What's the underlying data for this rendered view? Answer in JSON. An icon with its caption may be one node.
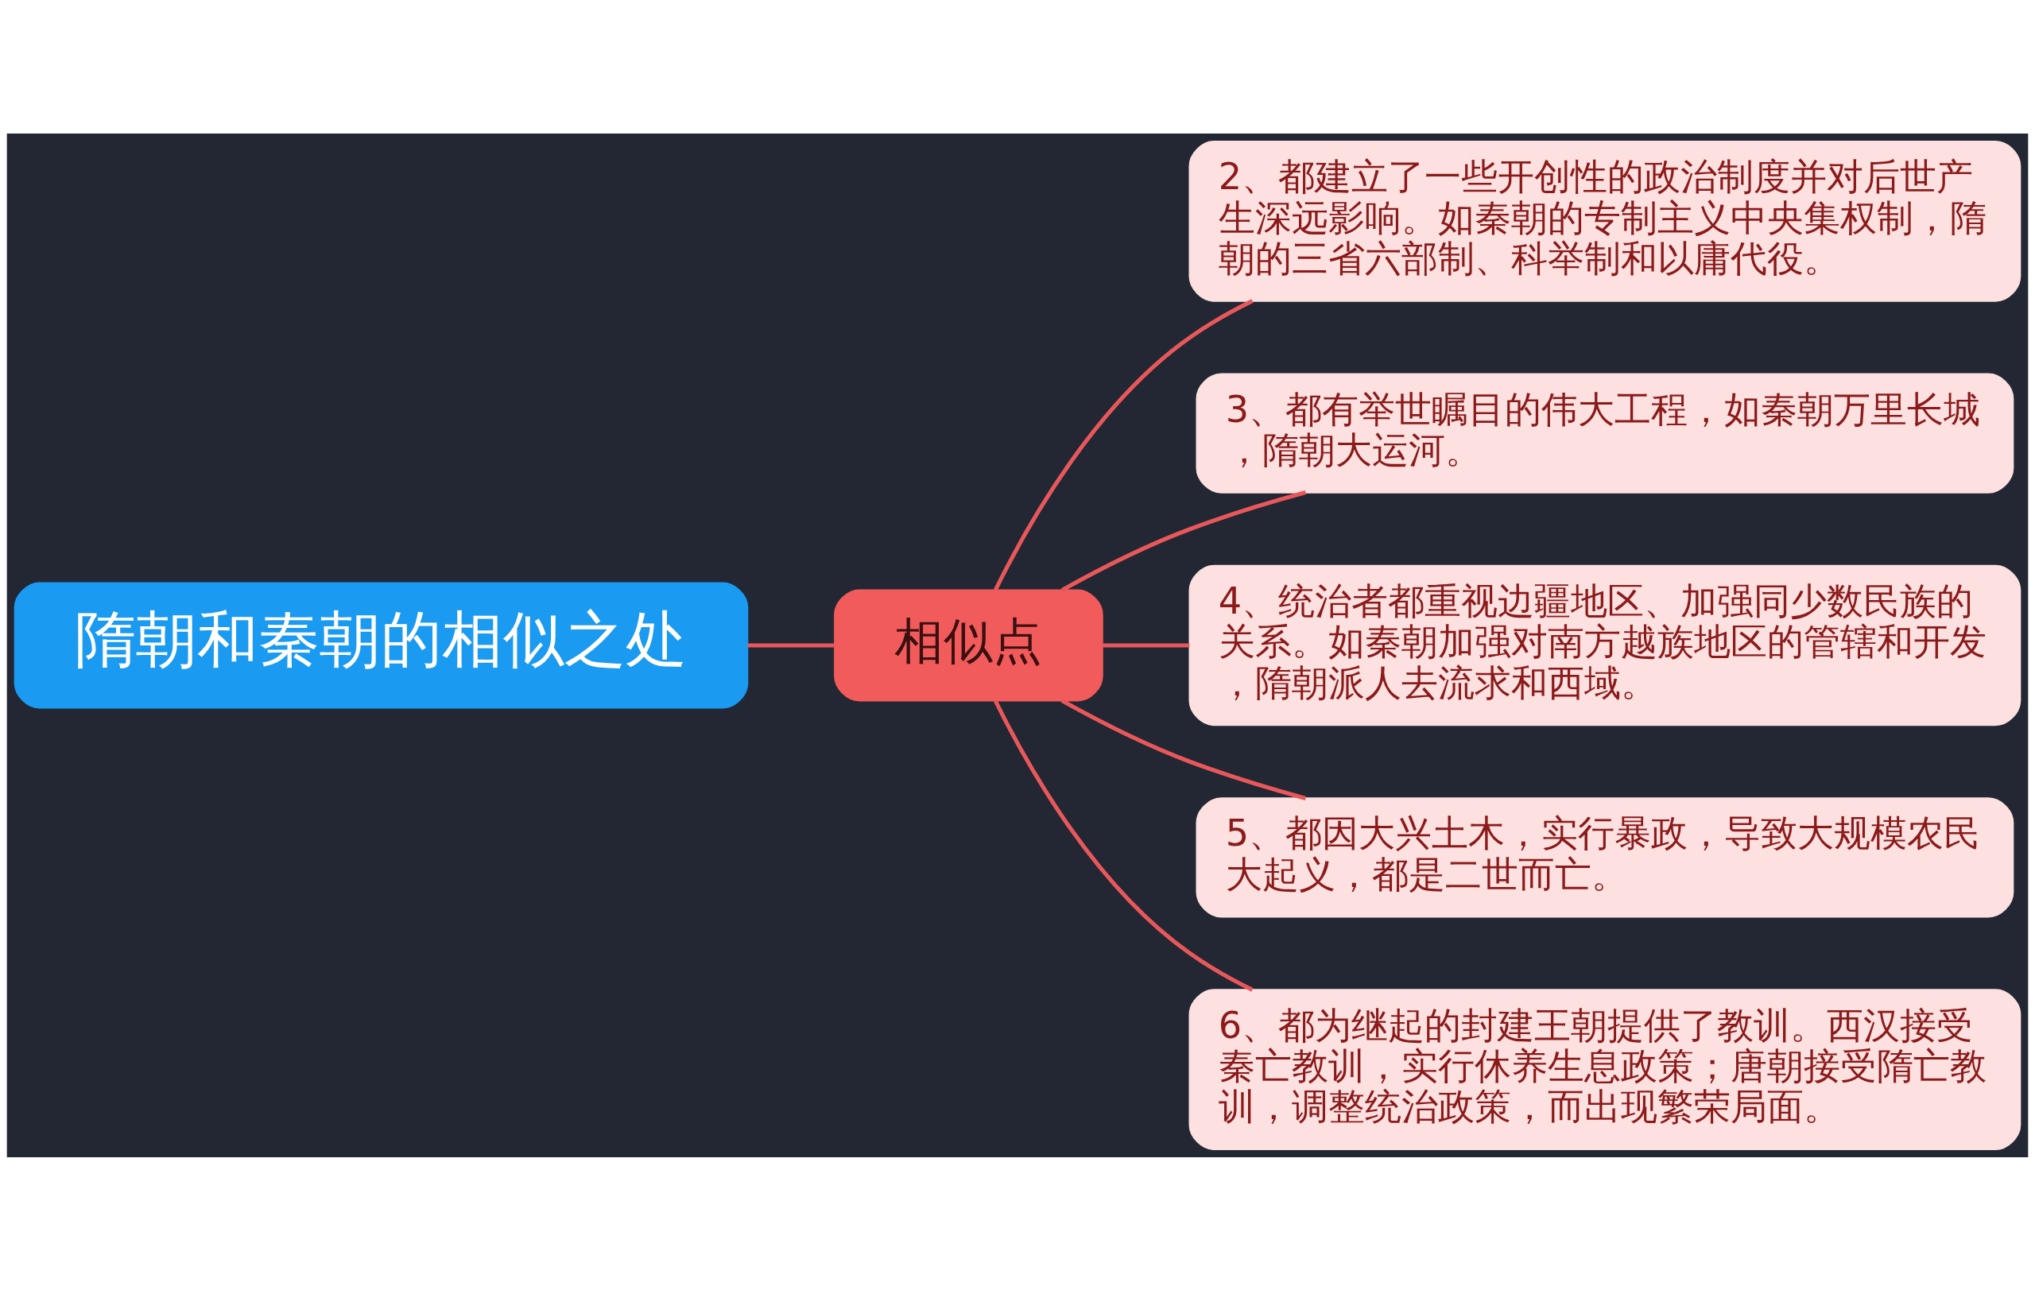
{
  "diagram": {
    "nodes": [
      {
        "text": [
          "隋朝和秦朝的相似之处"
        ]
      },
      {
        "text": [
          "相似点"
        ]
      },
      {
        "text": [
          "2、都建立了一些开创性的政治制度并对后世产生深远影响。如秦朝的专制主义中央集权制，隋朝的三省六部制、科举制和以庸代役。"
        ]
      },
      {
        "text": [
          "3、都有举世瞩目的伟大工程，如秦朝万里长城，隋朝大运河。"
        ]
      },
      {
        "text": [
          "4、统治者都重视边疆地区、加强同少数民族的关系。如秦朝加强对南方越族地区的管辖和开发，隋朝派人去流求和西域。"
        ]
      },
      {
        "text": [
          "5、都因大兴土木，实行暴政，导致大规模农民大起义，都是二世而亡。"
        ]
      },
      {
        "text": [
          "6、都为继起的封建王朝提供了教训。西汉接受秦亡教训，实行休养生息政策；唐朝接受隋亡教训，调整统治政策，而出现繁荣局面。"
        ]
      }
    ],
    "edges": [
      {
        "from": 0,
        "to": 1,
        "arrow": "none"
      },
      {
        "from": 1,
        "to": 2,
        "arrow": "none"
      },
      {
        "from": 1,
        "to": 3,
        "arrow": "none"
      },
      {
        "from": 1,
        "to": 4,
        "arrow": "none"
      },
      {
        "from": 1,
        "to": 5,
        "arrow": "none"
      },
      {
        "from": 1,
        "to": 6,
        "arrow": "none"
      }
    ]
  }
}
